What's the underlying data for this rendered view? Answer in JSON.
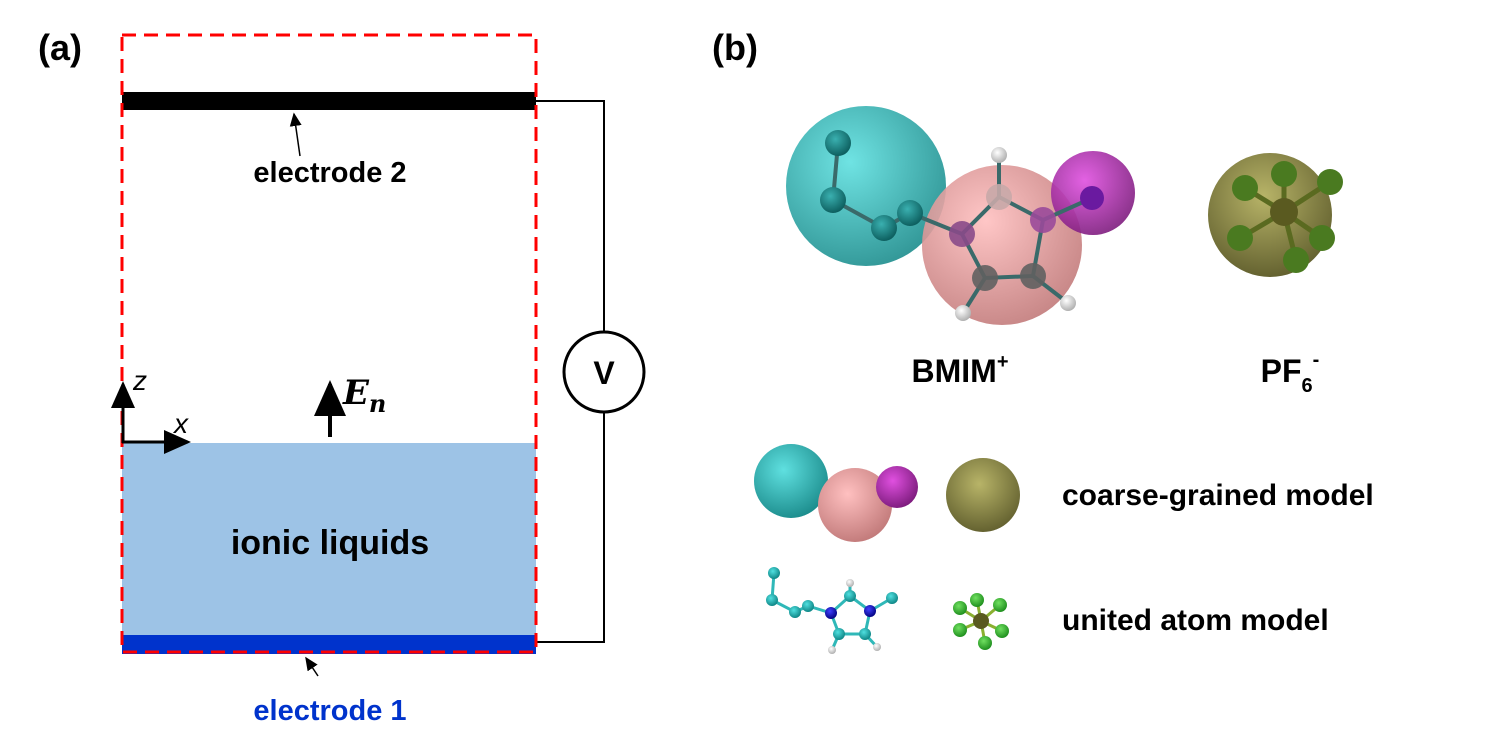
{
  "panel_a": {
    "label": "(a)",
    "electrode_top": "electrode 2",
    "electrode_bottom": "electrode 1",
    "region": "ionic liquids",
    "axis_z": "z",
    "axis_x": "x",
    "field": "E",
    "field_sub": "n",
    "voltage": "V"
  },
  "panel_b": {
    "label": "(b)",
    "cation": "BMIM",
    "cation_sup": "+",
    "anion": "PF",
    "anion_sub": "6",
    "anion_sup": "-",
    "cg_label": "coarse-grained model",
    "ua_label": "united atom model"
  },
  "colors": {
    "liquid": "#9dc3e6",
    "electrode1": "#0033cc",
    "electrode2": "#000000",
    "box": "#ff0000",
    "cyan": "#2fb8b8",
    "pink": "#f0a0a0",
    "magenta": "#b030b0",
    "olive": "#8f8c4c"
  }
}
